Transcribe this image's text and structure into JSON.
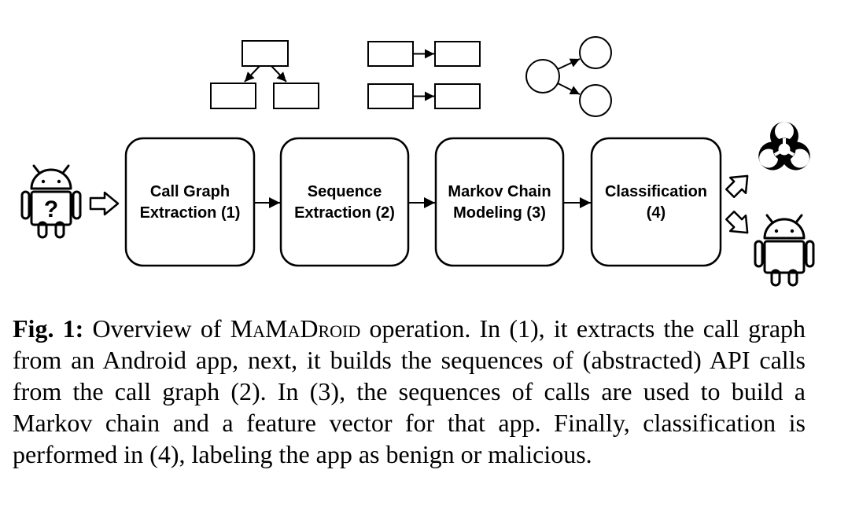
{
  "diagram": {
    "stages": [
      {
        "line1": "Call Graph",
        "line2": "Extraction (1)"
      },
      {
        "line1": "Sequence",
        "line2": "Extraction (2)"
      },
      {
        "line1": "Markov Chain",
        "line2": "Modeling (3)"
      },
      {
        "line1": "Classification",
        "line2": "(4)"
      }
    ],
    "input_app_symbol": "?",
    "icons": {
      "input": "android-unknown-icon",
      "call_graph": "tree-graph-icon",
      "sequence": "sequence-pairs-icon",
      "markov": "markov-chain-icon",
      "malicious": "biohazard-icon",
      "benign": "android-icon"
    },
    "colors": {
      "stroke": "#000000",
      "background": "#ffffff"
    }
  },
  "caption": {
    "fig_label": "Fig. 1:",
    "text_before": " Overview of ",
    "system_name": "MaMaDroid",
    "text_after": " operation. In (1), it extracts the call graph from an Android app, next, it builds the sequences of (abstracted) API calls from the call graph (2). In (3), the sequences of calls are used to build a Markov chain and a feature vector for that app. Finally, classification is performed in (4), labeling the app as benign or malicious."
  }
}
